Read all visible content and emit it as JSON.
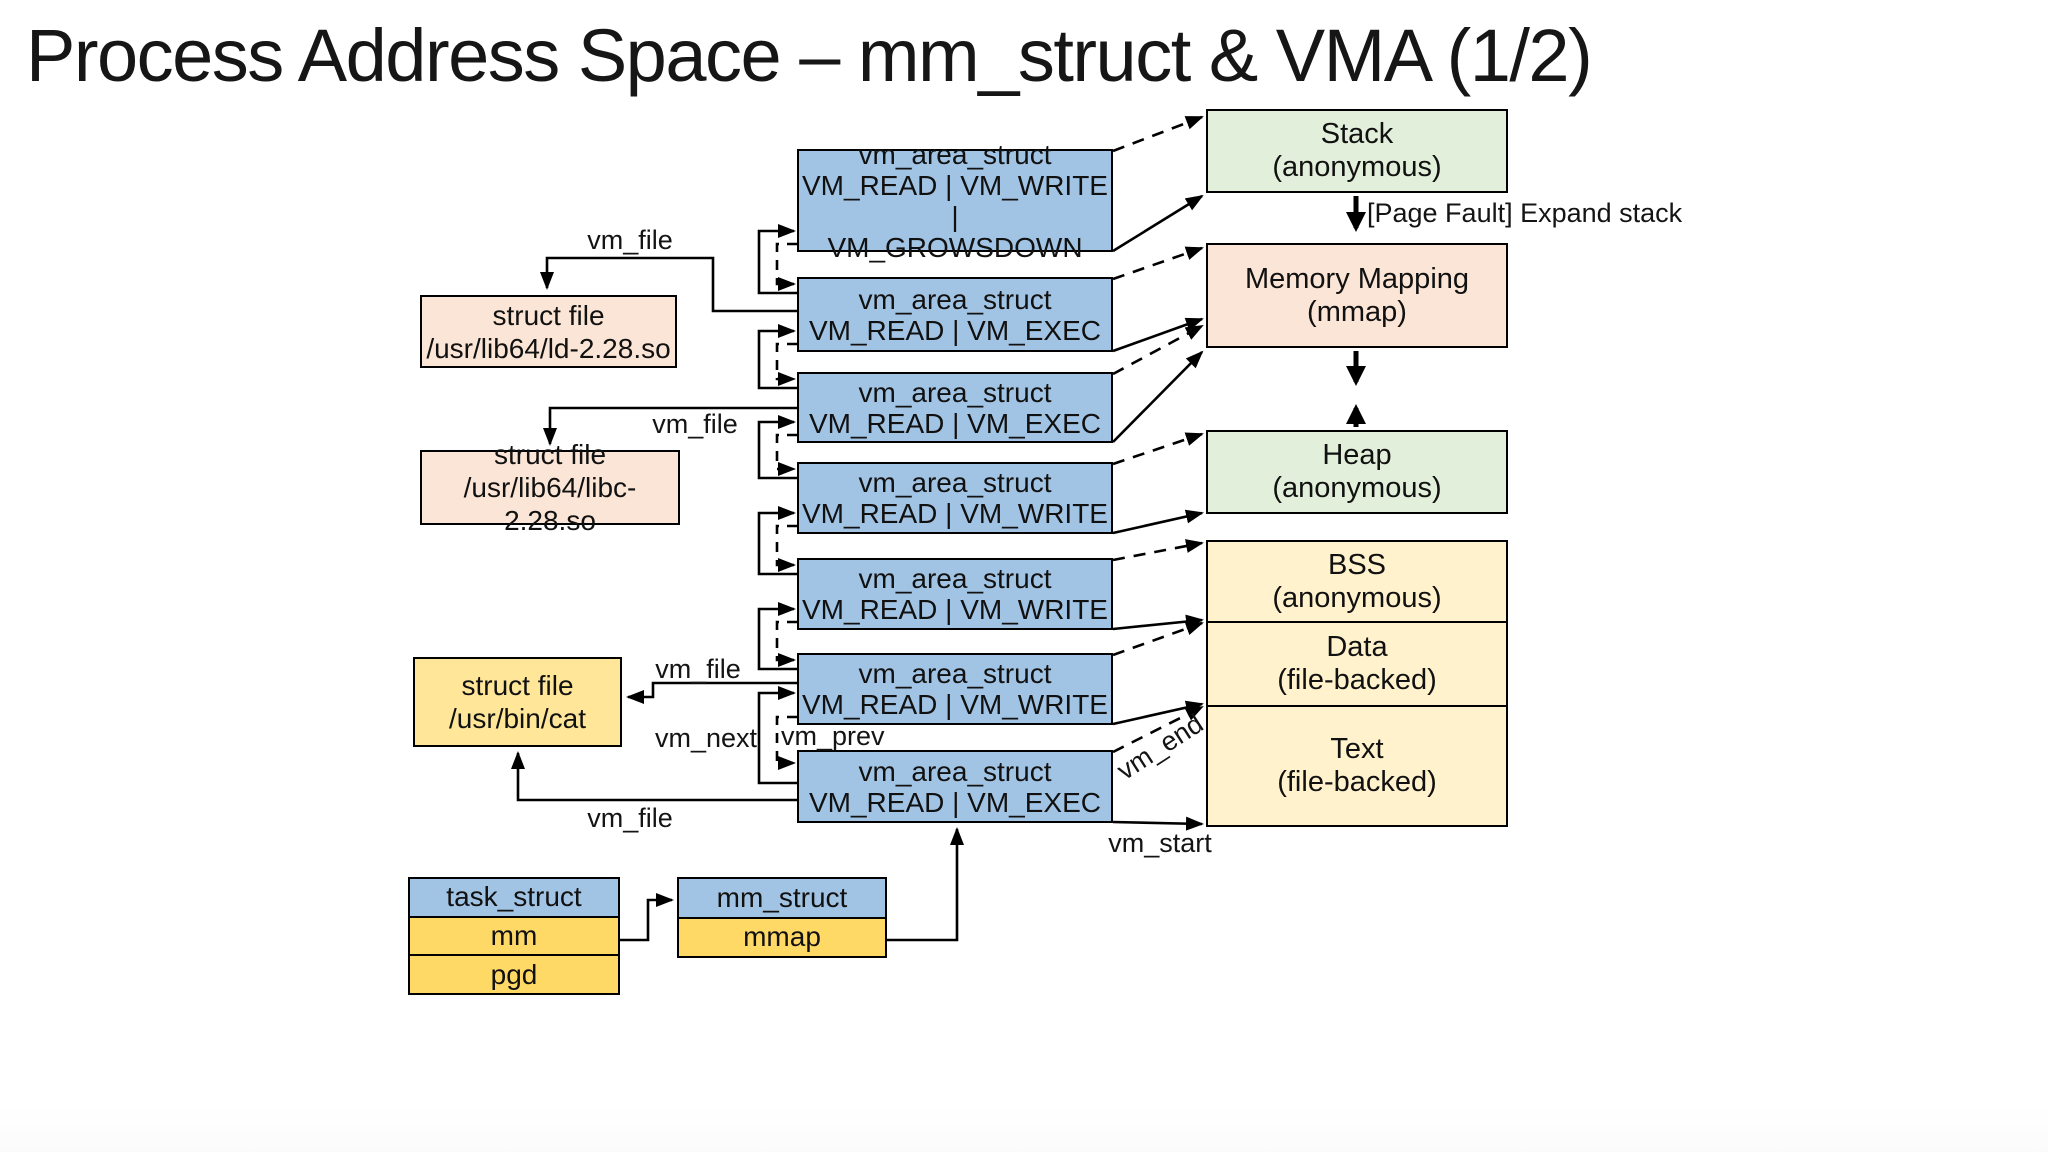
{
  "slide": {
    "title": "Process Address Space – mm_struct & VMA (1/2)"
  },
  "colors": {
    "vma_blue": "#a2c4e4",
    "region_green": "#e2efda",
    "region_peach": "#fbe5d6",
    "region_cream": "#fff2cc",
    "file_yellow": "#ffe699",
    "field_gold": "#ffd966",
    "line_black": "#000000"
  },
  "vma_boxes": [
    {
      "name": "vm_area_struct",
      "flags": "VM_READ | VM_WRITE |",
      "flags2": "VM_GROWSDOWN"
    },
    {
      "name": "vm_area_struct",
      "flags": "VM_READ | VM_EXEC"
    },
    {
      "name": "vm_area_struct",
      "flags": "VM_READ | VM_EXEC"
    },
    {
      "name": "vm_area_struct",
      "flags": "VM_READ | VM_WRITE"
    },
    {
      "name": "vm_area_struct",
      "flags": "VM_READ | VM_WRITE"
    },
    {
      "name": "vm_area_struct",
      "flags": "VM_READ | VM_WRITE"
    },
    {
      "name": "vm_area_struct",
      "flags": "VM_READ | VM_EXEC"
    }
  ],
  "regions": [
    {
      "name": "Stack",
      "kind": "(anonymous)"
    },
    {
      "name": "Memory Mapping",
      "kind": "(mmap)"
    },
    {
      "name": "Heap",
      "kind": "(anonymous)"
    },
    {
      "name": "BSS",
      "kind": "(anonymous)"
    },
    {
      "name": "Data",
      "kind": "(file-backed)"
    },
    {
      "name": "Text",
      "kind": "(file-backed)"
    }
  ],
  "file_structs": [
    {
      "title": "struct file",
      "path": "/usr/lib64/ld-2.28.so"
    },
    {
      "title": "struct file",
      "path": "/usr/lib64/libc-2.28.so"
    },
    {
      "title": "struct file",
      "path": "/usr/bin/cat"
    }
  ],
  "task_struct": {
    "title": "task_struct",
    "field1": "mm",
    "field2": "pgd"
  },
  "mm_struct": {
    "title": "mm_struct",
    "field1": "mmap"
  },
  "labels": {
    "vm_file": "vm_file",
    "vm_next": "vm_next",
    "vm_prev": "vm_prev",
    "vm_end": "vm_end",
    "vm_start": "vm_start",
    "page_fault": "[Page Fault] Expand stack"
  }
}
